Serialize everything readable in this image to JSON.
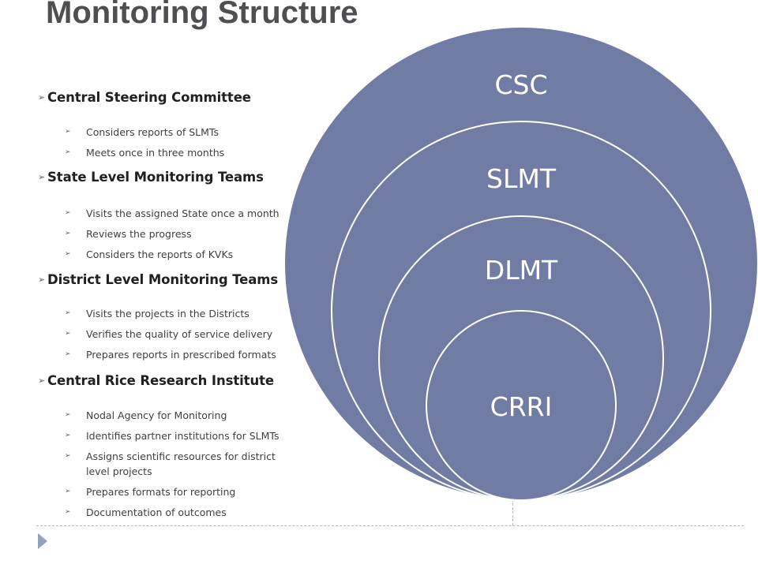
{
  "title": "Monitoring Structure",
  "diagram": {
    "fill_color": "#717ca4",
    "stroke_color": "#ffffff",
    "label_color": "#ffffff",
    "rings": [
      "CSC",
      "SLMT",
      "DLMT",
      "CRRI"
    ]
  },
  "sections": [
    {
      "heading": "Central Steering Committee",
      "items": [
        "Considers reports of SLMTs",
        "Meets once in three months"
      ]
    },
    {
      "heading": "State Level Monitoring Teams",
      "items": [
        "Visits the assigned State once a month",
        "Reviews the progress",
        "Considers the reports of KVKs"
      ]
    },
    {
      "heading": "District Level Monitoring Teams",
      "items": [
        "Visits the projects in the Districts",
        "Verifies the quality of service delivery",
        "Prepares reports in prescribed formats"
      ]
    },
    {
      "heading": "Central Rice Research Institute",
      "items": [
        "Nodal Agency for Monitoring",
        "Identifies partner institutions for SLMTs",
        "Assigns scientific resources for district level projects",
        "Prepares formats for reporting",
        "Documentation of outcomes"
      ]
    }
  ],
  "icons": {
    "section_bullet": "chevron-right-icon",
    "item_bullet": "chevron-right-icon",
    "nav": "triangle-right-icon"
  }
}
